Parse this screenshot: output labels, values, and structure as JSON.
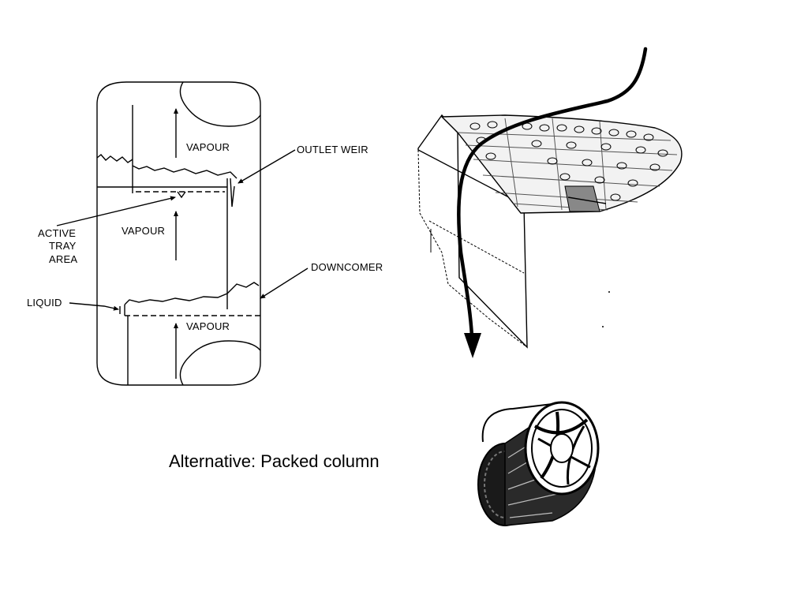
{
  "tray_column": {
    "labels": {
      "vapour_top": "VAPOUR",
      "vapour_middle": "VAPOUR",
      "vapour_bottom": "VAPOUR",
      "outlet_weir": "OUTLET WEIR",
      "active_tray_area": [
        "ACTIVE",
        "TRAY",
        "AREA"
      ],
      "downcomer": "DOWNCOMER",
      "liquid": "LIQUID"
    }
  },
  "caption": "Alternative: Packed column",
  "colors": {
    "line": "#000000",
    "background": "#ffffff"
  },
  "icons": {
    "tray_illustration": "sieve-tray-with-flow-arrow",
    "packing_element": "pall-ring"
  }
}
